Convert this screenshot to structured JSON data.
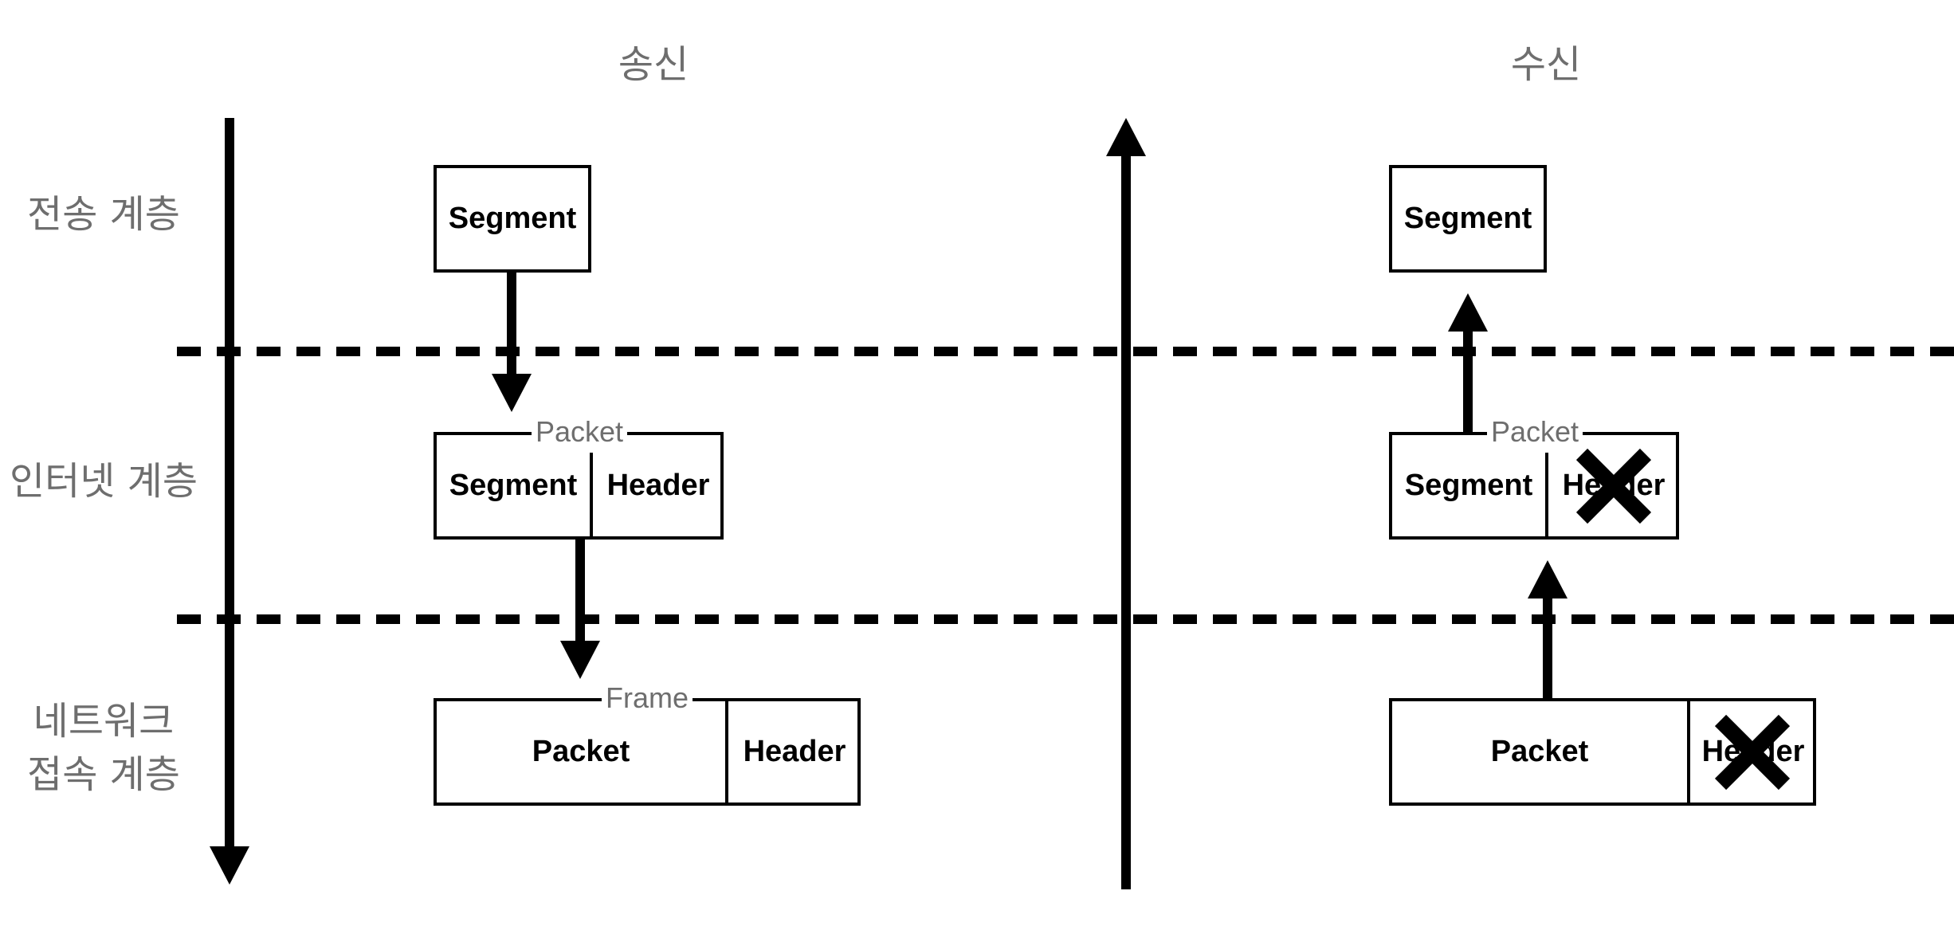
{
  "columns": {
    "send": "송신",
    "receive": "수신"
  },
  "layers": {
    "transport": "전송 계층",
    "internet": "인터넷 계층",
    "network": "네트워크\n접속 계층"
  },
  "send": {
    "segment_box": {
      "segment": "Segment"
    },
    "packet_box": {
      "label": "Packet",
      "segment": "Segment",
      "header": "Header"
    },
    "frame_box": {
      "label": "Frame",
      "packet": "Packet",
      "header": "Header"
    }
  },
  "receive": {
    "segment_box": {
      "segment": "Segment"
    },
    "packet_box": {
      "label": "Packet",
      "segment": "Segment",
      "header": "Header"
    },
    "frame_box": {
      "packet": "Packet",
      "header": "Header"
    }
  },
  "colors": {
    "line": "#000000",
    "label": "#6e6e6e"
  },
  "icons": {
    "header_removed": "cross-mark-icon"
  }
}
